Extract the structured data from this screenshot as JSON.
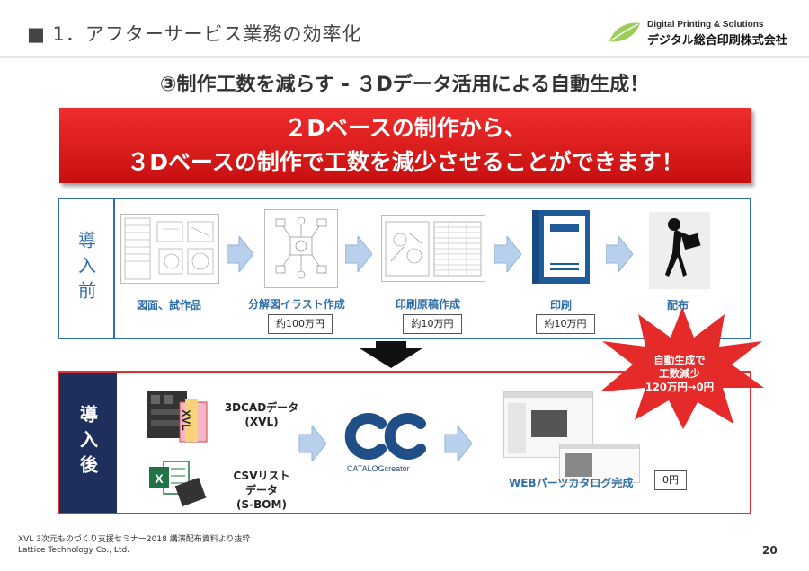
{
  "header": {
    "title": "■ 1．アフターサービス業務の効率化",
    "logo_en": "Digital Printing & Solutions",
    "logo_jp": "デジタル総合印刷株式会社"
  },
  "headline": "③制作工数を減らす - ３Dデータ活用による自動生成！",
  "banner": {
    "line1": "２Dベースの制作から、",
    "line2": "３Dベースの制作で工数を減少させることができます！"
  },
  "before": {
    "label": "導入前",
    "stages": [
      {
        "label": "図面、試作品",
        "cost": ""
      },
      {
        "label": "分解図イラスト作成",
        "cost": "約100万円"
      },
      {
        "label": "印刷原稿作成",
        "cost": "約10万円"
      },
      {
        "label": "印刷",
        "cost": "約10万円"
      },
      {
        "label": "配布",
        "cost": ""
      }
    ]
  },
  "after": {
    "label": "導入後",
    "cad": "3DCADデータ\n(XVL)",
    "csv": "CSVリスト\nデータ\n(S-BOM)",
    "catalog_creator": "CATALOGcreator",
    "web_label": "WEBパーツカタログ完成",
    "web_cost": "0円",
    "xvl_badge": "XVL",
    "excel_badge": "X"
  },
  "burst": {
    "text": "自動生成で\n工数減少\n120万円→0円"
  },
  "footnote": {
    "line1": "XVL 3次元ものづくり支援セミナー2018 講演配布資料より抜粋",
    "line2": "Lattice Technology Co., Ltd."
  },
  "page_number": "20",
  "colors": {
    "blue": "#2f6fa8",
    "red": "#e03030",
    "navy": "#1d2f5a",
    "arrow": "#b8d0ec"
  }
}
